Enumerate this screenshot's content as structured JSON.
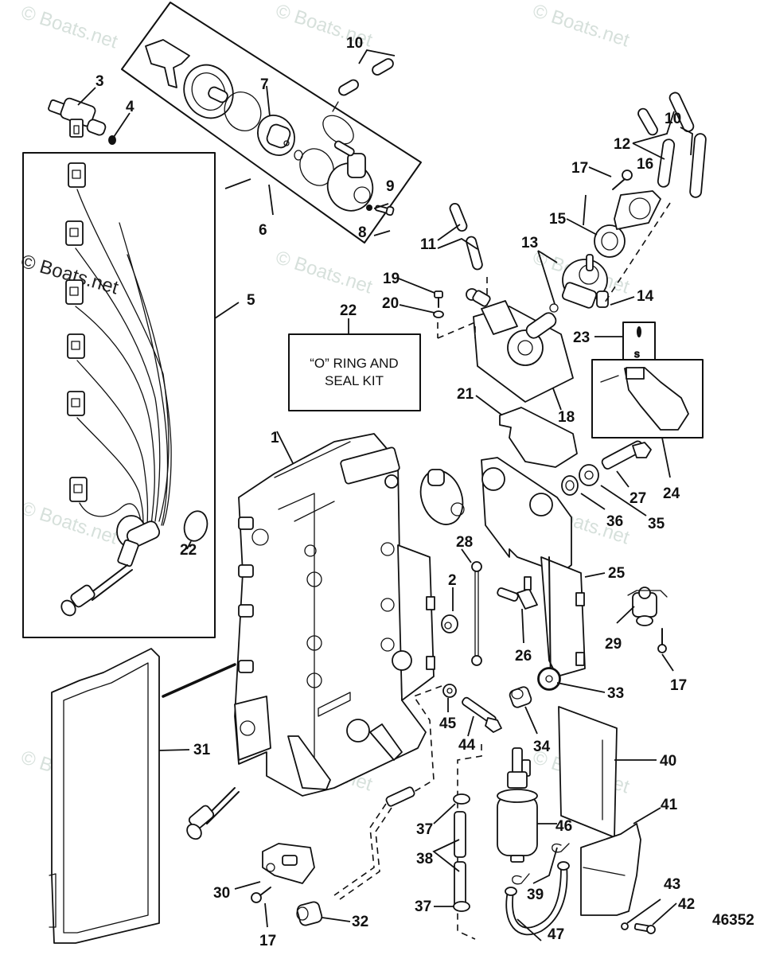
{
  "diagram": {
    "type": "exploded-parts-diagram",
    "diagram_number": "46352",
    "watermark": "© Boats.net",
    "kit_box": {
      "line1": "“O” RING AND",
      "line2": "SEAL KIT",
      "callout": "22"
    },
    "callouts": {
      "c1": "1",
      "c2": "2",
      "c3": "3",
      "c4": "4",
      "c5": "5",
      "c6": "6",
      "c7": "7",
      "c8": "8",
      "c9": "9",
      "c10a": "10",
      "c10b": "10",
      "c11": "11",
      "c12": "12",
      "c13": "13",
      "c14": "14",
      "c15": "15",
      "c16": "16",
      "c17a": "17",
      "c17b": "17",
      "c17c": "17",
      "c18": "18",
      "c19": "19",
      "c20": "20",
      "c21": "21",
      "c22a": "22",
      "c23": "23",
      "c24": "24",
      "c25": "25",
      "c26": "26",
      "c27": "27",
      "c28": "28",
      "c29": "29",
      "c30": "30",
      "c31": "31",
      "c32": "32",
      "c33": "33",
      "c34": "34",
      "c35": "35",
      "c36": "36",
      "c37a": "37",
      "c37b": "37",
      "c38": "38",
      "c39": "39",
      "c40": "40",
      "c41": "41",
      "c42": "42",
      "c43": "43",
      "c44": "44",
      "c45": "45",
      "c46": "46",
      "c47": "47"
    }
  }
}
